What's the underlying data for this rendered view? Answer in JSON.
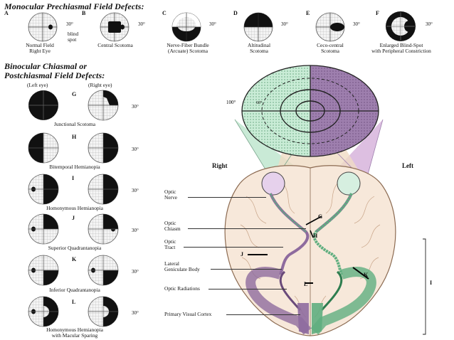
{
  "monocular": {
    "heading": "Monocular Prechiasmal Field Defects:",
    "panels": [
      {
        "letter": "A",
        "caption": "Normal Field\nRight Eye",
        "degree": "30°",
        "extra": "blind\nspot"
      },
      {
        "letter": "B",
        "caption": "Central Scotoma",
        "degree": "30°"
      },
      {
        "letter": "C",
        "caption": "Nerve-Fiber Bundle\n(Arcuate) Scotoma",
        "degree": "30°"
      },
      {
        "letter": "D",
        "caption": "Altitudinal\nScotoma",
        "degree": "30°"
      },
      {
        "letter": "E",
        "caption": "Ceco-central\nScotoma",
        "degree": "30°"
      },
      {
        "letter": "F",
        "caption": "Enlarged Blind-Spot\nwith Peripheral Constriction",
        "degree": "30°"
      }
    ]
  },
  "binocular": {
    "heading_line1": "Binocular Chiasmal or",
    "heading_line2": "Postchiasmal Field Defects:",
    "left_eye": "(Left eye)",
    "right_eye": "(Right eye)",
    "rows": [
      {
        "letter": "G",
        "caption": "Junctional Scotoma",
        "degree": "30°"
      },
      {
        "letter": "H",
        "caption": "Bitemporal Hemianopia",
        "degree": "30°"
      },
      {
        "letter": "I",
        "caption": "Homonymous Hemianopia",
        "degree": "30°"
      },
      {
        "letter": "J",
        "caption": "Superior Quadrantanopia",
        "degree": "30°"
      },
      {
        "letter": "K",
        "caption": "Inferior Quadrantanopia",
        "degree": "30°"
      },
      {
        "letter": "L",
        "caption": "Homonymous Hemianopia\nwith Macular Sparing",
        "degree": "30°"
      }
    ]
  },
  "brain": {
    "right": "Right",
    "left": "Left",
    "deg100": "100°",
    "deg60": "60°",
    "labels": {
      "optic_nerve": "Optic\nNerve",
      "optic_chiasm": "Optic\nChiasm",
      "optic_tract": "Optic\nTract",
      "lgb": "Lateral\nGeniculate Body",
      "radiations": "Optic Radiations",
      "cortex": "Primary Visual Cortex"
    },
    "markers": {
      "g": "G",
      "h": "H",
      "j": "J",
      "k": "K",
      "l": "L",
      "i": "I"
    }
  },
  "colors": {
    "purple": "#8e6b9e",
    "green": "#5fae7f",
    "lilac": "#d7b4dc",
    "mint": "#bfe6cf",
    "tan": "#f0dcc4"
  }
}
